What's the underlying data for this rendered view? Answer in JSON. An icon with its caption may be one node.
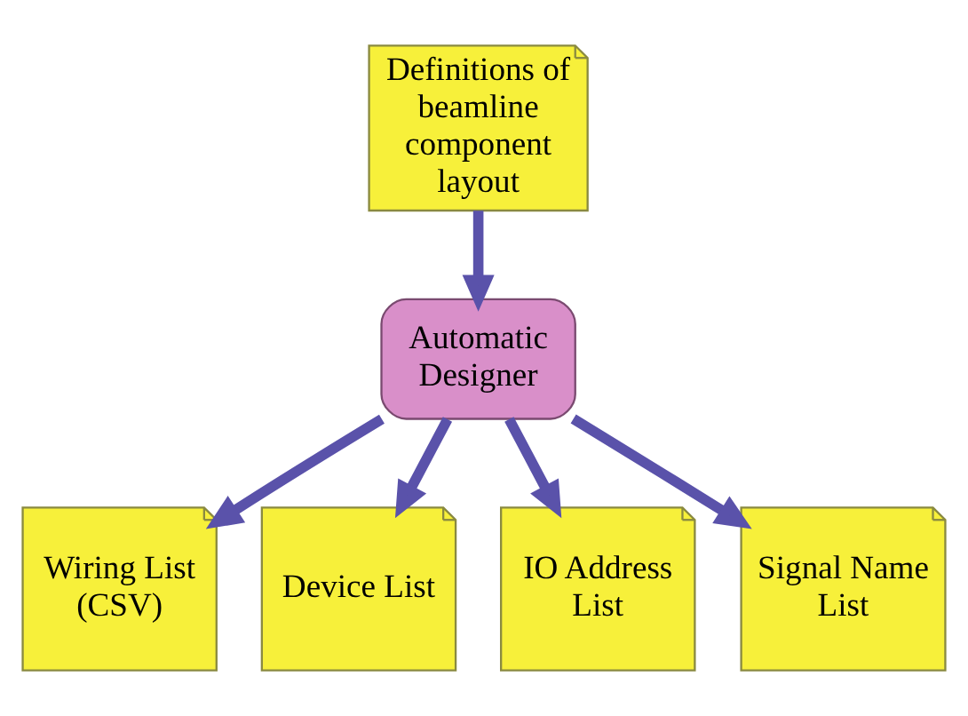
{
  "diagram": {
    "nodes": [
      {
        "text": [
          "Definitions of beamline component layout"
        ]
      },
      {
        "text": [
          "Automatic Designer"
        ]
      },
      {
        "text": [
          "Wiring List (CSV)"
        ]
      },
      {
        "text": [
          "Device List"
        ]
      },
      {
        "text": [
          "IO Address List"
        ]
      },
      {
        "text": [
          "Signal Name List"
        ]
      }
    ],
    "edges": [
      {
        "from": 0,
        "to": 1,
        "arrow": "to"
      },
      {
        "from": 1,
        "to": 2,
        "arrow": "to"
      },
      {
        "from": 1,
        "to": 3,
        "arrow": "to"
      },
      {
        "from": 1,
        "to": 4,
        "arrow": "to"
      },
      {
        "from": 1,
        "to": 5,
        "arrow": "to"
      }
    ]
  }
}
